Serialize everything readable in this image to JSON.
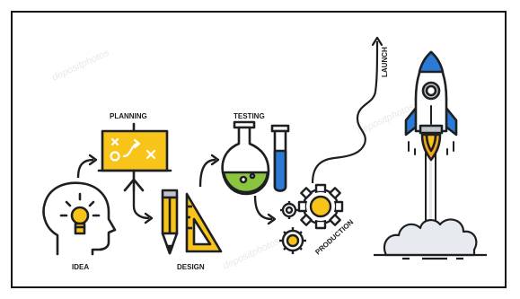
{
  "labels": {
    "idea": "IDEA",
    "planning": "PLANNING",
    "design": "DESIGN",
    "testing": "TESTING",
    "production": "PRODUCTION",
    "launch": "LAUNCH"
  },
  "watermark": "depositphotos",
  "colors": {
    "outline": "#1d1f22",
    "yellow": "#f8c41a",
    "orange": "#f4a51a",
    "blue": "#2b7bd6",
    "green": "#8bc53f",
    "gray": "#bfc5cc",
    "light_gray": "#e7eaee",
    "white": "#ffffff"
  },
  "icons": [
    "head-with-bulb-icon",
    "presentation-board-icon",
    "pencil-icon",
    "triangle-ruler-icon",
    "flask-icon",
    "test-tube-icon",
    "gears-icon",
    "rocket-icon",
    "smoke-cloud-icon"
  ]
}
